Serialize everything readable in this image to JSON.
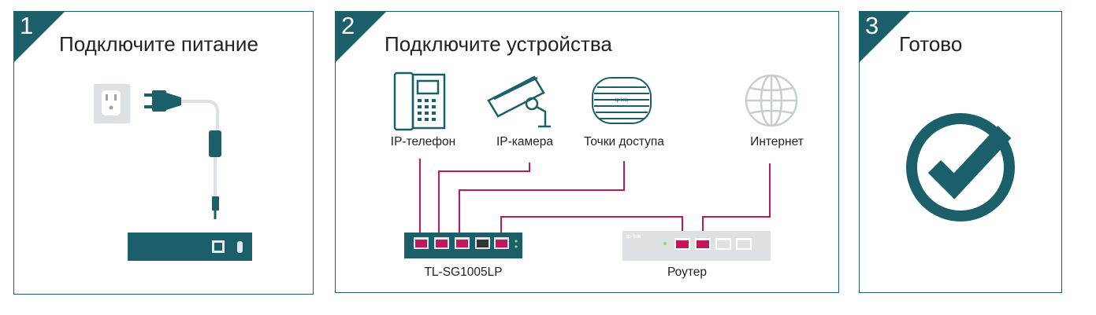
{
  "steps": [
    {
      "number": "1",
      "title": "Подключите питание"
    },
    {
      "number": "2",
      "title": "Подключите устройства"
    },
    {
      "number": "3",
      "title": "Готово"
    }
  ],
  "devices": {
    "ip_phone": "IP-телефон",
    "ip_camera": "IP-камера",
    "access_points": "Точки доступа",
    "internet": "Интернет"
  },
  "switch": {
    "model": "TL-SG1005LP"
  },
  "router": {
    "label": "Роутер",
    "brand": "tp-link"
  },
  "access_point_brand": "tp-link",
  "colors": {
    "teal": "#1b5f6a",
    "cable": "#c2185b",
    "light_gray": "#dde1e4",
    "icon_gray": "#c8cdd0"
  }
}
